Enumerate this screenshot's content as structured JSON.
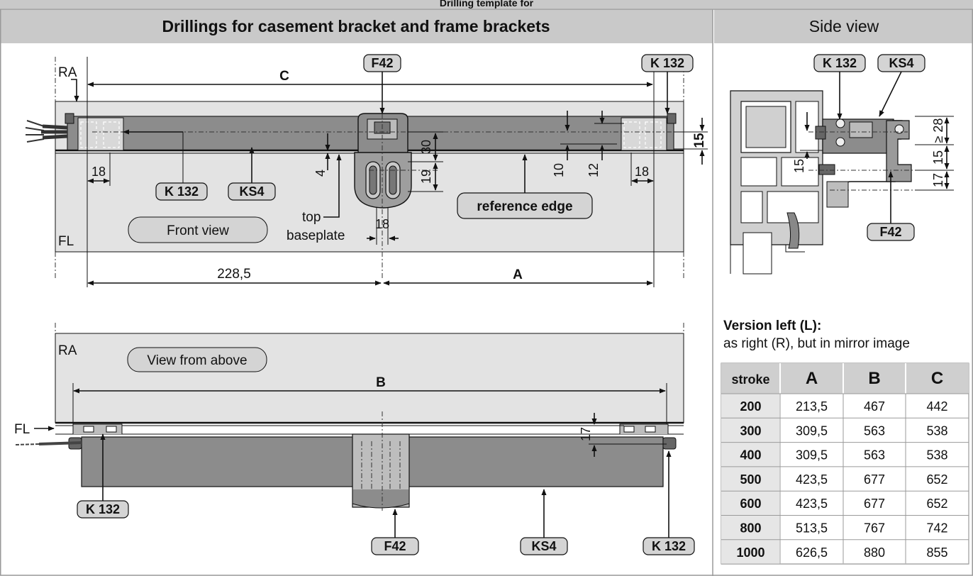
{
  "header": {
    "top_title_partial": "Drilling template for",
    "panel_left_title": "Drillings for casement bracket and frame brackets",
    "panel_right_title": "Side view"
  },
  "front_view": {
    "title": "Front view",
    "ra_label": "RA",
    "fl_label": "FL",
    "dim_c": "C",
    "dim_a": "A",
    "dim_228": "228,5",
    "dim_18_left": "18",
    "dim_18_right": "18",
    "dim_18_center": "18",
    "dim_4": "4",
    "dim_30": "30",
    "dim_19": "19",
    "dim_10": "10",
    "dim_12": "12",
    "dim_15": "15",
    "top_baseplate_line1": "top",
    "top_baseplate_line2": "baseplate",
    "reference_edge": "reference edge",
    "tag_f42": "F42",
    "tag_k132_top": "K 132",
    "tag_k132_mid": "K 132",
    "tag_ks4": "KS4"
  },
  "above_view": {
    "title": "View from above",
    "ra_label": "RA",
    "fl_label": "FL",
    "dim_b": "B",
    "dim_17": "17",
    "tag_k132_left": "K 132",
    "tag_k132_right": "K 132",
    "tag_f42": "F42",
    "tag_ks4": "KS4"
  },
  "side_view": {
    "tag_k132": "K 132",
    "tag_ks4": "KS4",
    "tag_f42": "F42",
    "dim_ge28": "≥ 28",
    "dim_15a": "15",
    "dim_17": "17",
    "dim_15b": "15"
  },
  "version_note": {
    "line1": "Version left (L):",
    "line2": "as right (R), but in mirror image"
  },
  "table": {
    "headers": [
      "stroke",
      "A",
      "B",
      "C"
    ],
    "rows": [
      [
        "200",
        "213,5",
        "467",
        "442"
      ],
      [
        "300",
        "309,5",
        "563",
        "538"
      ],
      [
        "400",
        "309,5",
        "563",
        "538"
      ],
      [
        "500",
        "423,5",
        "677",
        "652"
      ],
      [
        "600",
        "423,5",
        "677",
        "652"
      ],
      [
        "800",
        "513,5",
        "767",
        "742"
      ],
      [
        "1000",
        "626,5",
        "880",
        "855"
      ]
    ]
  },
  "colors": {
    "header_bg": "#c9c9c9",
    "panel_bg": "#e3e3e3",
    "actuator": "#8c8c8c",
    "bracket_fill": "#bdbdbd",
    "tag_bg": "#d4d4d4",
    "table_header_bg": "#cfcfcf",
    "table_stroke_bg": "#e6e6e6"
  }
}
